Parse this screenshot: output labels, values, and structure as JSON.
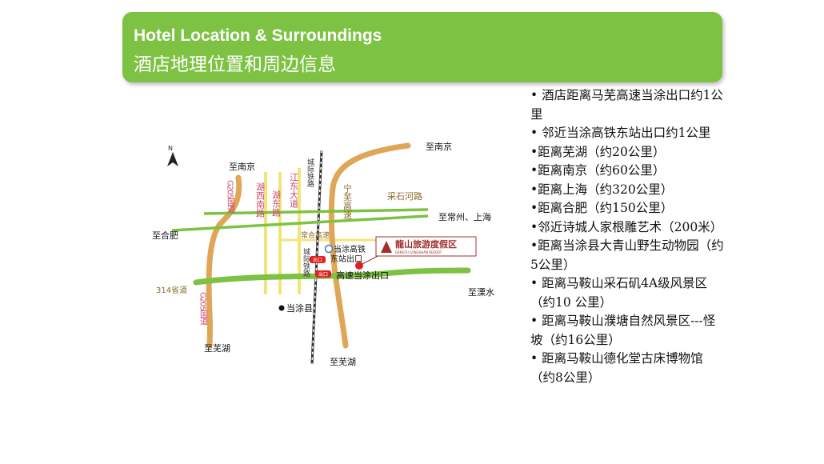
{
  "header": {
    "title_en": "Hotel Location & Surroundings",
    "title_zh": "酒店地理位置和周边信息"
  },
  "map": {
    "north": "N",
    "labels": {
      "to_nanjing_left": "至南京",
      "to_nanjing_right": "至南京",
      "to_hefei": "至合肥",
      "to_changzhou_shanghai": "至常州、上海",
      "to_lishui": "至溧水",
      "to_wuhu_left": "至芜湖",
      "to_wuhu_right": "至芜湖",
      "g205_top": "G205国道",
      "g205_bottom": "G205国道",
      "huxi_nan_road": "湖西南路",
      "hudong_road": "湖东路",
      "jiangdong_avenue": "江东大道",
      "chengji_railway_top": "城际铁路",
      "chengji_railway_bottom": "城际铁路",
      "ningwu_expressway": "宁芜高速",
      "caishihe_road": "采石河路",
      "changhe_expressway": "常合高速",
      "provincial_314": "314省道",
      "dangtu_county": "当涂县",
      "station_exit": "当涂高铁东站出口",
      "expressway_exit": "高速当涂出口",
      "exit_badge_1": "出口",
      "exit_badge_2": "出口",
      "hotel_name": "龍山旅游度假区",
      "hotel_sub": "DANGTU LONGSHAN RESORT"
    }
  },
  "info_list": [
    "• 酒店距离马芜高速当涂出口约1公里",
    "• 邻近当涂高铁东站出口约1公里",
    "•距离芜湖（约20公里）",
    "•距离南京（约60公里）",
    "•距离上海（约320公里）",
    "•距离合肥（约150公里）",
    "•邻近诗城人家根雕艺术（200米）",
    "•距离当涂县大青山野生动物园（约5公里）",
    "• 距离马鞍山采石矶4A级风景区（约10 公里）",
    "•  距离马鞍山濮塘自然风景区---怪坡（约16公里）",
    "• 距离马鞍山德化堂古床博物馆（约8公里）"
  ],
  "colors": {
    "header_bg": "#7dc242",
    "main_road_green": "#7dc242",
    "highway_orange": "#e0a657",
    "avenue_yellow": "#f1e57a",
    "label_pink": "#c94a6b",
    "label_brown": "#8a6a2a",
    "hotel_red": "#e02020"
  }
}
